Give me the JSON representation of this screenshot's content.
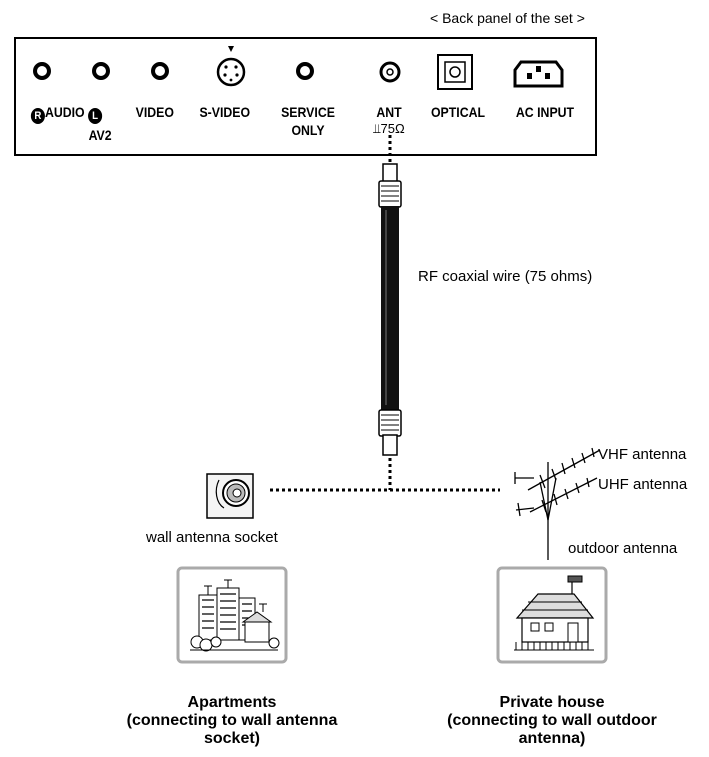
{
  "panel": {
    "caption": "< Back panel of the set >",
    "audio_r_glyph": "R",
    "audio_label": "AUDIO",
    "audio_l_glyph": "L",
    "video_label": "VIDEO",
    "av2_label": "AV2",
    "svideo_label": "S-VIDEO",
    "service_line1": "SERVICE",
    "service_line2": "ONLY",
    "ant_line1": "ANT",
    "ant_line2": "⫫75Ω",
    "optical_label": "OPTICAL",
    "ac_label": "AC INPUT"
  },
  "cable": {
    "label": "RF coaxial wire (75 ohms)"
  },
  "wall": {
    "label": "wall antenna socket"
  },
  "antenna": {
    "vhf_label": "VHF antenna",
    "uhf_label": "UHF antenna",
    "outdoor_label": "outdoor antenna"
  },
  "apartments": {
    "line1": "Apartments",
    "line2": "(connecting to wall antenna",
    "line3": "socket)"
  },
  "house": {
    "line1": "Private house",
    "line2": "(connecting to wall outdoor",
    "line3": "antenna)"
  }
}
